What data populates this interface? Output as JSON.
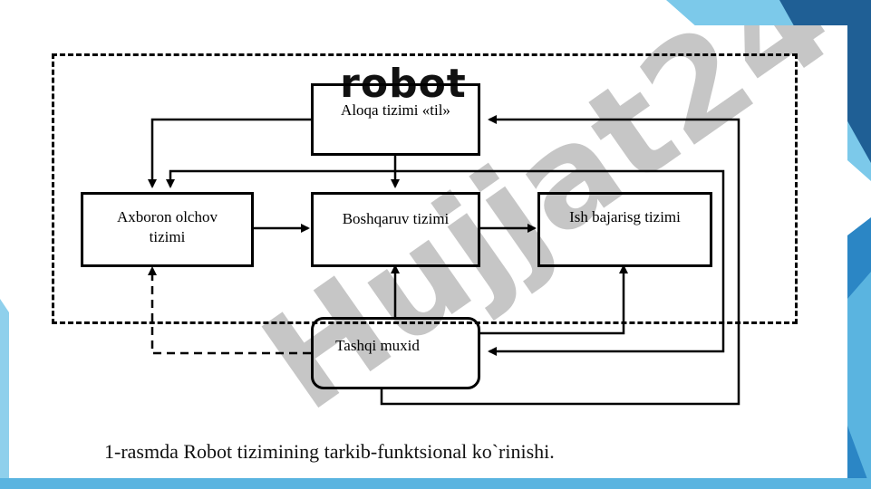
{
  "title": "robot",
  "watermark": "Hujjat24",
  "caption": "1-rasmda  Robot tizimining tarkib-funktsional ko`rinishi.",
  "boxes": {
    "aloqa": "Aloqa tizimi «til»",
    "axboron_line1": "Axboron olchov",
    "axboron_line2": "tizimi",
    "boshqaruv": "Boshqaruv tizimi",
    "ish": "Ish bajarisg tizimi",
    "tashqi": "Tashqi muxid"
  },
  "colors": {
    "background_accent_dark": "#1f6fa8",
    "background_accent_light": "#6fc3e6",
    "watermark_gray": "#b8b8b8",
    "watermark_purple": "#c9c2f2",
    "line": "#000000"
  }
}
